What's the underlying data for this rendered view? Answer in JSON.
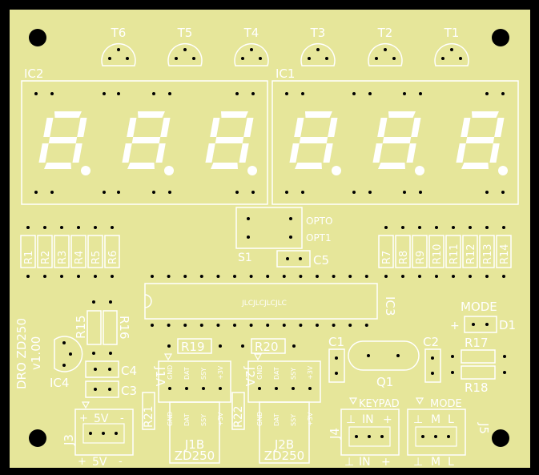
{
  "colors": {
    "board": "#e6e69a",
    "silk": "#ffffff",
    "hole": "#000000",
    "outline": "#000000"
  },
  "transistors": [
    "T6",
    "T5",
    "T4",
    "T3",
    "T2",
    "T1"
  ],
  "displays": {
    "left": "IC2",
    "right": "IC1"
  },
  "optos": {
    "label1": "OPTO",
    "label2": "OPT1",
    "switch": "S1",
    "cap": "C5"
  },
  "resistors_left": [
    "R1",
    "R2",
    "R3",
    "R4",
    "R5",
    "R6"
  ],
  "resistors_right": [
    "R7",
    "R8",
    "R9",
    "R10",
    "R11",
    "R12",
    "R13",
    "R14"
  ],
  "chip": {
    "label": "JLCJLCJLCJLC",
    "ref": "IC3"
  },
  "title": {
    "line1": "DRO ZD250",
    "line2": "v1.00"
  },
  "refs": {
    "r15": "R15",
    "r16": "R16",
    "ic4": "IC4",
    "c4": "C4",
    "c3": "C3",
    "r19": "R19",
    "r20": "R20",
    "c1": "C1",
    "c2": "C2",
    "q1": "Q1",
    "r17": "R17",
    "r18": "R18",
    "d1": "D1",
    "mode": "MODE",
    "plus": "+",
    "r21": "R21",
    "r22": "R22",
    "j1a": "J1A",
    "j2a": "J2A",
    "j1b": "J1B",
    "j2b": "J2B",
    "zd250": "ZD250",
    "j3": "J3",
    "j4": "J4",
    "j5": "J5",
    "keypad": "KEYPAD",
    "mode2": "MODE"
  },
  "pins": {
    "gnd": "GND",
    "dat": "DAT",
    "ssy": "SSY",
    "v3": "+3V"
  },
  "j3_labels": {
    "plus": "+",
    "v": "5V",
    "minus": "-"
  },
  "j4_labels": {
    "gnd": "⊥",
    "in": "IN",
    "plus": "+"
  },
  "j5_labels": {
    "gnd": "⊥",
    "m": "M",
    "l": "L"
  }
}
